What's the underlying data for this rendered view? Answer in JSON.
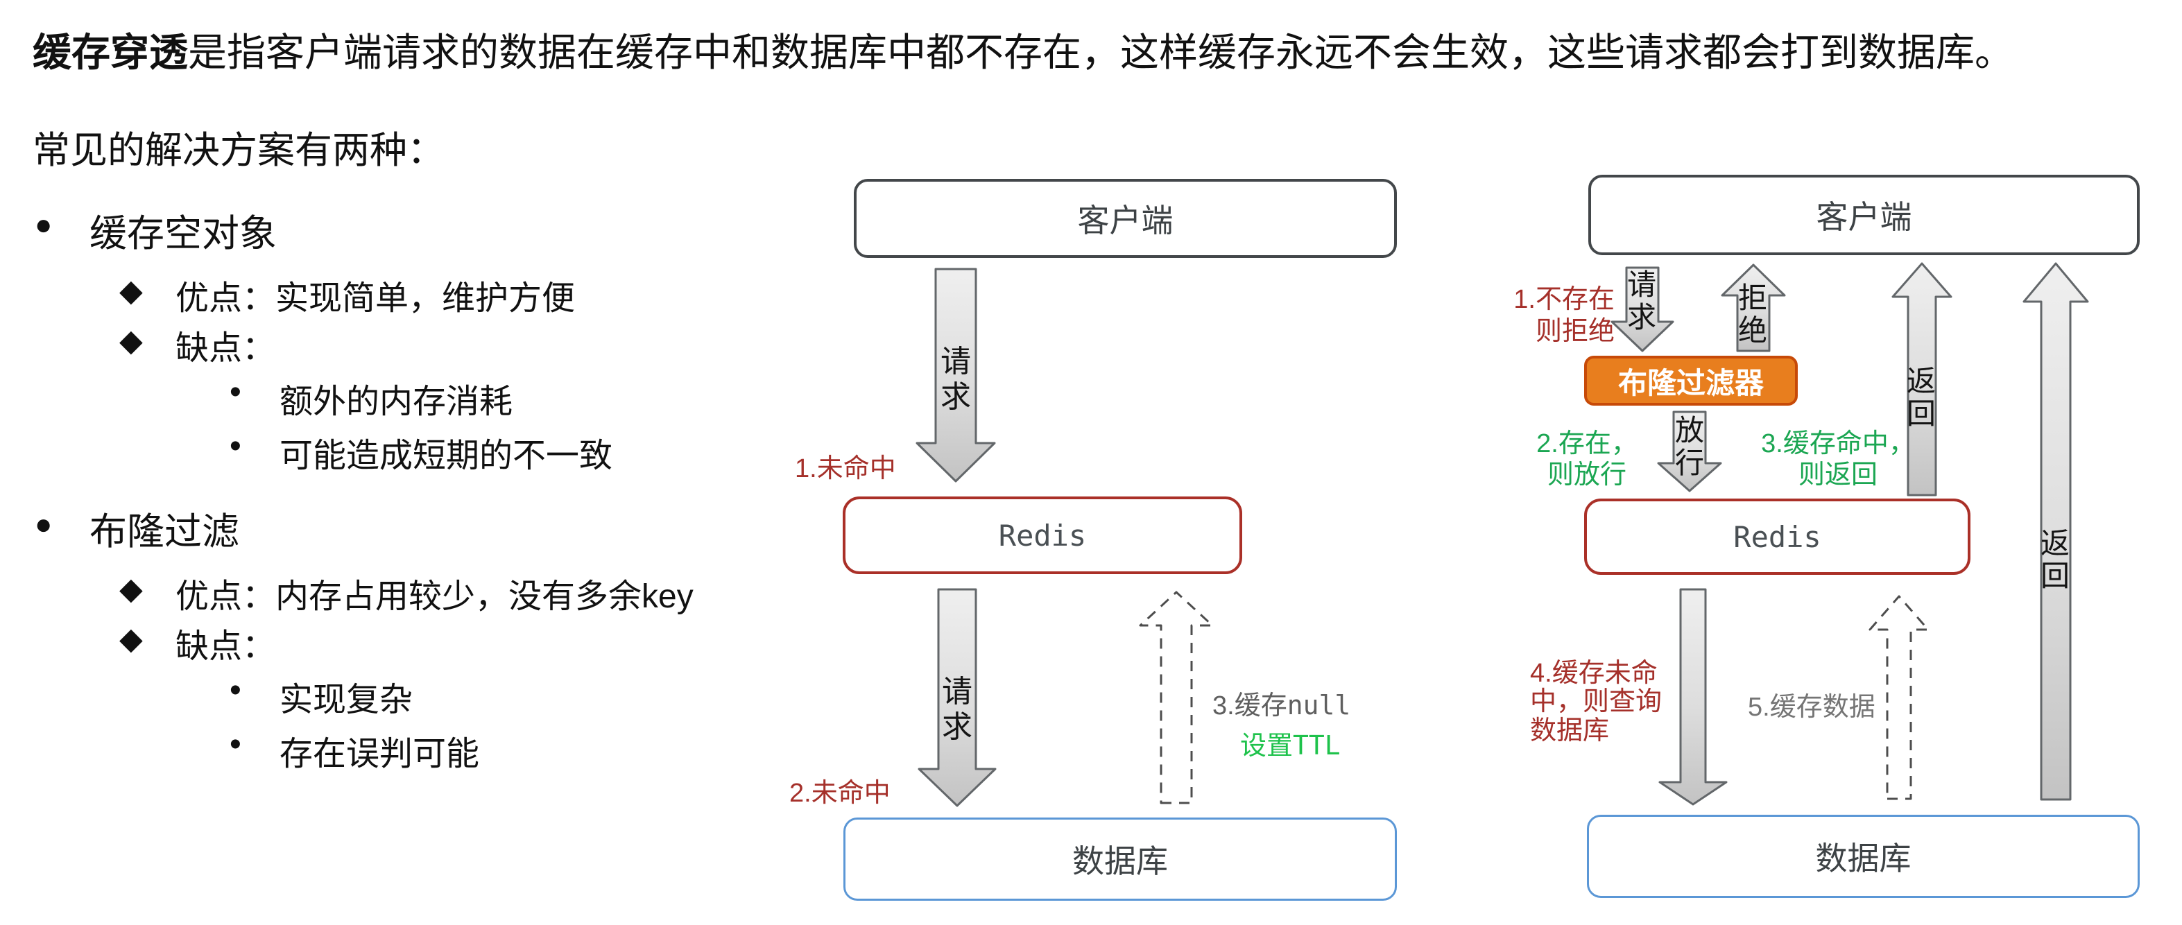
{
  "intro": {
    "term": "缓存穿透",
    "line1_rest": "是指客户端请求的数据在缓存中和数据库中都不存在，这样缓存永远不会生效，这些请求都会打到数据库。",
    "line2": "常见的解决方案有两种："
  },
  "glyphs": {
    "disc": "●",
    "diamond": "◆",
    "dot": "•"
  },
  "solutions": [
    {
      "title": "缓存空对象",
      "pros": "优点：实现简单，维护方便",
      "cons_title": "缺点：",
      "cons": [
        "额外的内存消耗",
        "可能造成短期的不一致"
      ]
    },
    {
      "title": "布隆过滤",
      "pros": "优点：内存占用较少，没有多余key",
      "cons_title": "缺点：",
      "cons": [
        "实现复杂",
        "存在误判可能"
      ]
    }
  ],
  "cache_null_diagram": {
    "client": "客户端",
    "redis": "Redis",
    "db": "数据库",
    "arrow1": "请求",
    "arrow2": "请求",
    "step1": "1.未命中",
    "step2": "2.未命中",
    "step3_prefix": "3.缓存",
    "step3_code": "null",
    "step4_prefix": "设置",
    "step4_code": "TTL"
  },
  "bloom_diagram": {
    "client": "客户端",
    "bloom": "布隆过滤器",
    "redis": "Redis",
    "db": "数据库",
    "request": "请求",
    "reject": "拒绝",
    "pass": "放行",
    "return_a": "返回",
    "return_b": "返回",
    "step1": [
      "1.不存在",
      "则拒绝"
    ],
    "step2": [
      "2.存在，",
      "则放行"
    ],
    "step3": [
      "3.缓存命中，",
      "则返回"
    ],
    "step4": [
      "4.缓存未命",
      "中，则查询",
      "数据库"
    ],
    "step5": "5.缓存数据"
  },
  "colors": {
    "annotation_red": "#a5302a",
    "annotation_green": "#1ba652",
    "ttl_green": "#1ec24b",
    "annotation_gray": "#5f5f5f",
    "db_border_blue": "#5b97d6",
    "redis_border_red": "#aa3028",
    "client_border_gray": "#43474a",
    "bloom_fill_orange": "#e87e1e",
    "bloom_border_orange": "#c74a08"
  }
}
